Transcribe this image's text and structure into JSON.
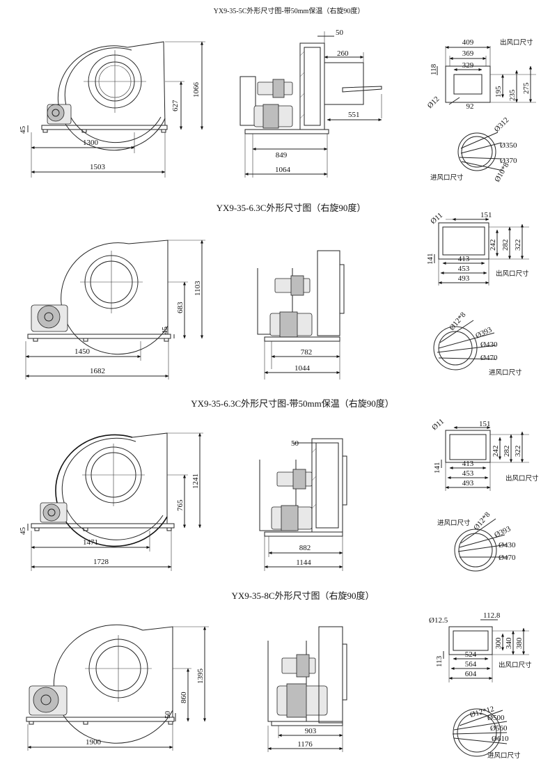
{
  "sections": [
    {
      "title": "YX9-35-5C外形尺寸图-带50mm保温（右旋90度）",
      "side": [
        "45",
        "1300",
        "1503",
        "627",
        "1066"
      ],
      "front": [
        "50",
        "260",
        "551",
        "849",
        "1064"
      ],
      "outlet": {
        "dims": [
          "409",
          "369",
          "329",
          "118",
          "195",
          "235",
          "275",
          "Ø12",
          "92"
        ],
        "label": "出风口尺寸"
      },
      "inlet": {
        "dims": [
          "Ø312",
          "Ø350",
          "Ø370",
          "Ø10*8"
        ],
        "label": "进风口尺寸"
      }
    },
    {
      "title": "YX9-35-6.3C外形尺寸图（右旋90度）",
      "side": [
        "45",
        "1450",
        "1682",
        "683",
        "1103"
      ],
      "front": [
        "782",
        "1044"
      ],
      "outlet": {
        "dims": [
          "Ø11",
          "151",
          "141",
          "242",
          "282",
          "322",
          "413",
          "453",
          "493"
        ],
        "label": "出风口尺寸"
      },
      "inlet": {
        "dims": [
          "Ø12*8",
          "Ø393",
          "Ø430",
          "Ø470"
        ],
        "label": "进风口尺寸"
      }
    },
    {
      "title": "YX9-35-6.3C外形尺寸图-带50mm保温（右旋90度）",
      "side": [
        "45",
        "1471",
        "1728",
        "765",
        "1241"
      ],
      "front": [
        "50",
        "882",
        "1144"
      ],
      "outlet": {
        "dims": [
          "Ø11",
          "151",
          "141",
          "242",
          "282",
          "322",
          "413",
          "453",
          "493"
        ],
        "label": "出风口尺寸"
      },
      "inlet": {
        "dims": [
          "Ø12*8",
          "Ø393",
          "Ø430",
          "Ø470"
        ],
        "label": "进风口尺寸"
      }
    },
    {
      "title": "YX9-35-8C外形尺寸图（右旋90度）",
      "side": [
        "50",
        "1900",
        "860",
        "1395"
      ],
      "front": [
        "903",
        "1176"
      ],
      "outlet": {
        "dims": [
          "Ø12.5",
          "112.8",
          "113",
          "300",
          "340",
          "380",
          "524",
          "564",
          "604"
        ],
        "label": "出风口尺寸"
      },
      "inlet": {
        "dims": [
          "Ø12*12",
          "Ø500",
          "Ø560",
          "Ø610"
        ],
        "label": "进风口尺寸"
      }
    }
  ]
}
